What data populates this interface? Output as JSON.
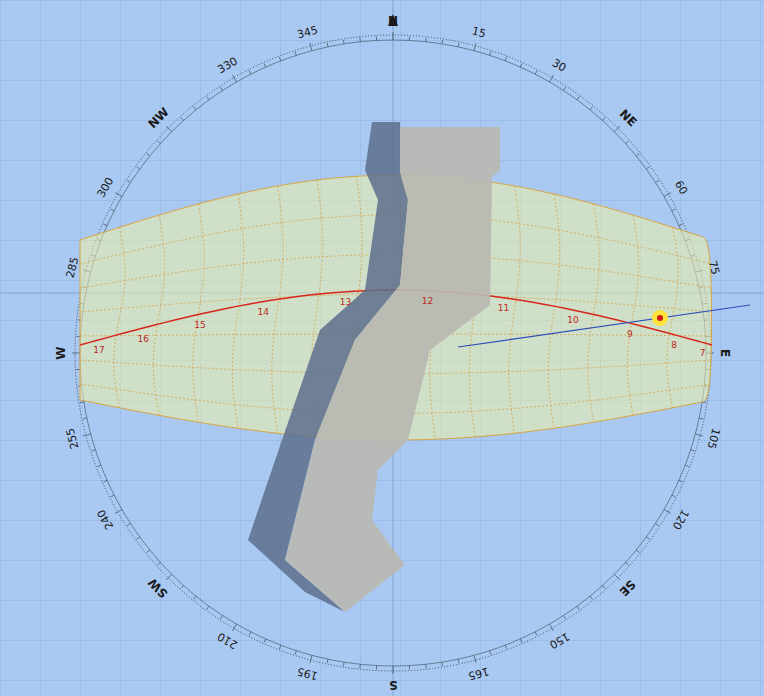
{
  "diagram": {
    "labels": [
      "N",
      "15",
      "30",
      "NE",
      "60",
      "75",
      "E",
      "105",
      "120",
      "SE",
      "150",
      "165",
      "S",
      "195",
      "210",
      "SW",
      "240",
      "255",
      "W",
      "285",
      "300",
      "NW",
      "330",
      "345",
      "17",
      "16",
      "15",
      "14",
      "13",
      "12",
      "11",
      "10",
      "9",
      "8",
      "7"
    ]
  }
}
